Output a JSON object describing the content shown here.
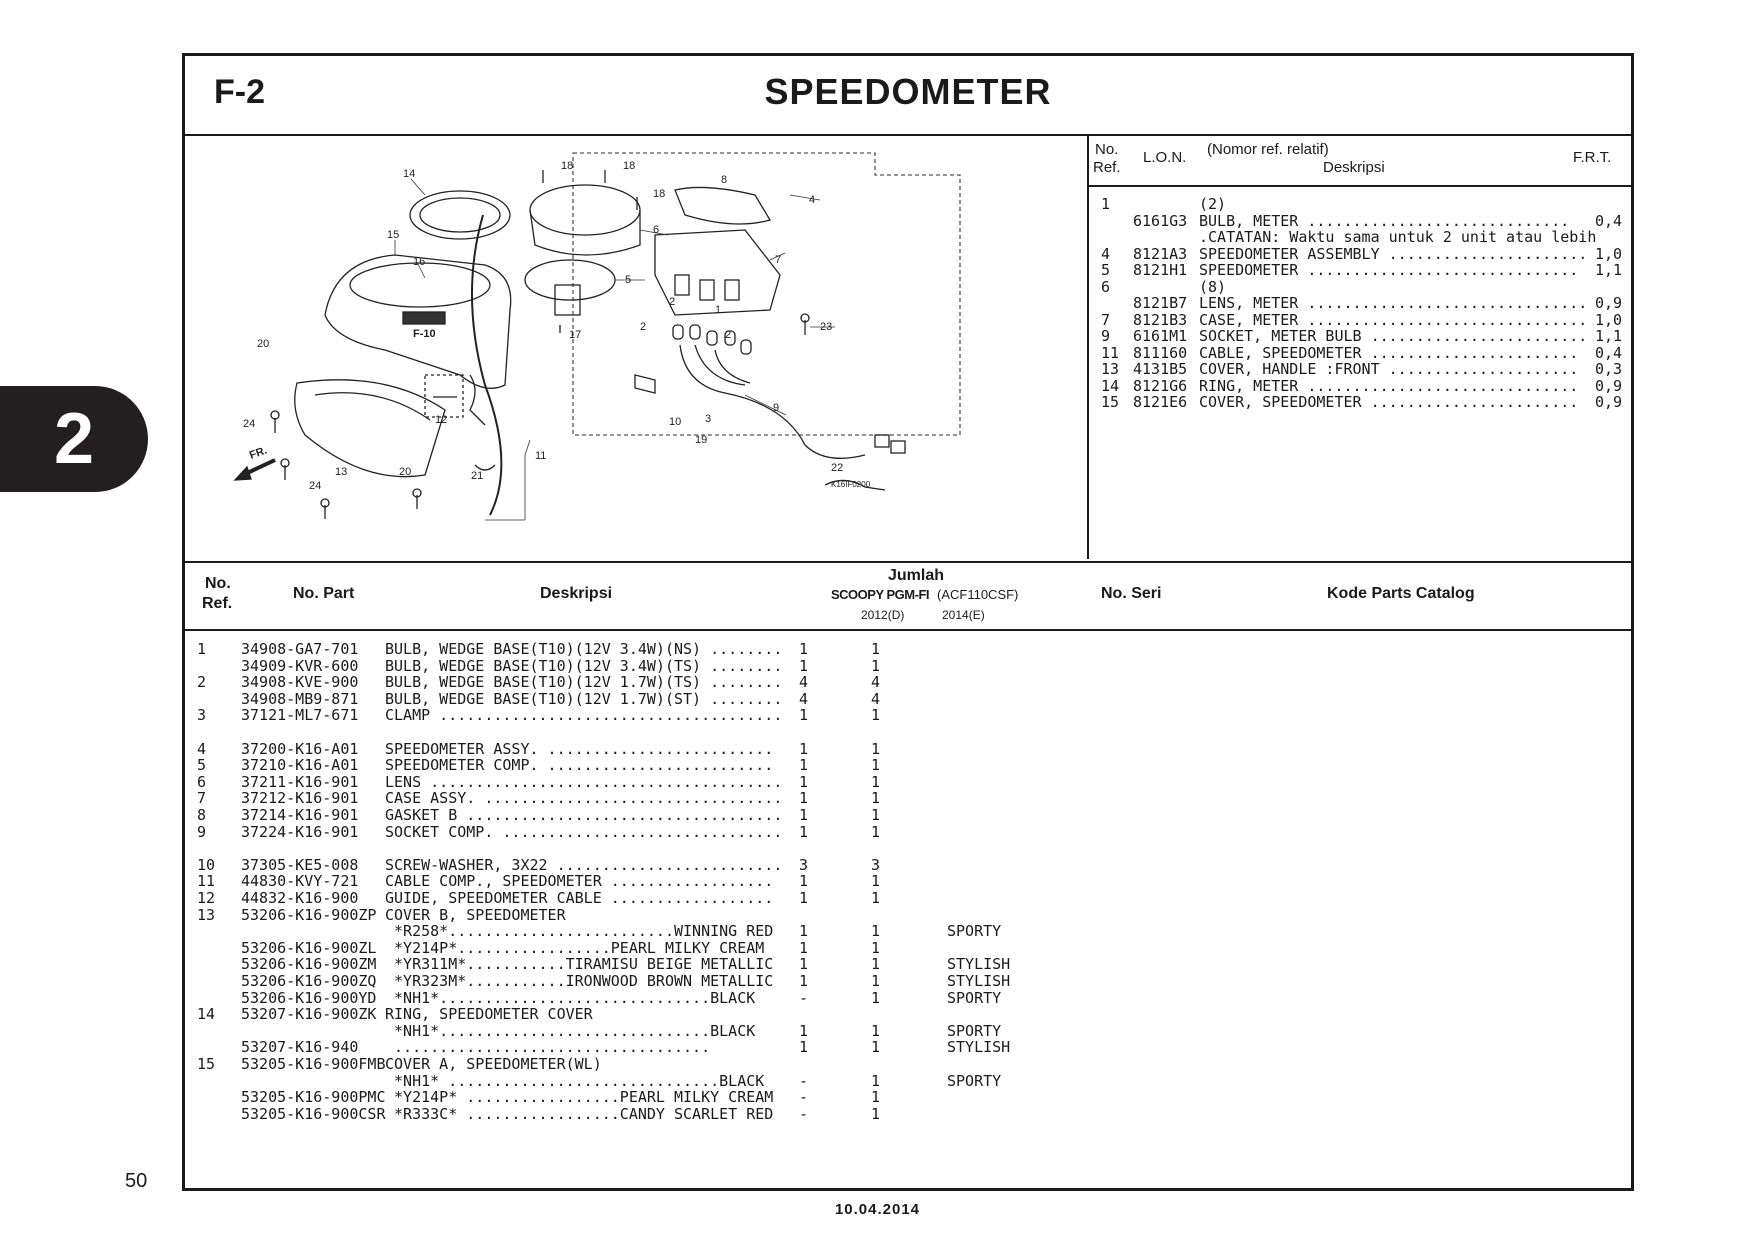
{
  "page": {
    "chapter": "2",
    "page_number": "50",
    "footer_date": "10.04.2014"
  },
  "header": {
    "code": "F-2",
    "title": "SPEEDOMETER"
  },
  "ref_table": {
    "headers": {
      "no": "No.",
      "ref": "Ref.",
      "lon": "L.O.N.",
      "nomor": "(Nomor ref. relatif)",
      "deskripsi": "Deskripsi",
      "frt": "F.R.T."
    },
    "rows": [
      {
        "ref": "1",
        "lon": "",
        "desc": "(2)",
        "frt": ""
      },
      {
        "ref": "",
        "lon": "6161G3",
        "desc": "BULB, METER .............................",
        "frt": "0,4"
      },
      {
        "ref": "",
        "lon": "",
        "desc": ".CATATAN: Waktu sama untuk 2 unit atau lebih",
        "frt": ""
      },
      {
        "ref": "4",
        "lon": "8121A3",
        "desc": "SPEEDOMETER ASSEMBLY ......................",
        "frt": "1,0"
      },
      {
        "ref": "5",
        "lon": "8121H1",
        "desc": "SPEEDOMETER ..............................",
        "frt": "1,1"
      },
      {
        "ref": "6",
        "lon": "",
        "desc": "(8)",
        "frt": ""
      },
      {
        "ref": "",
        "lon": "8121B7",
        "desc": "LENS, METER ...............................",
        "frt": "0,9"
      },
      {
        "ref": "7",
        "lon": "8121B3",
        "desc": "CASE, METER ...............................",
        "frt": "1,0"
      },
      {
        "ref": "9",
        "lon": "6161M1",
        "desc": "SOCKET, METER BULB ........................",
        "frt": "1,1"
      },
      {
        "ref": "11",
        "lon": "811160",
        "desc": "CABLE, SPEEDOMETER .......................",
        "frt": "0,4"
      },
      {
        "ref": "13",
        "lon": "4131B5",
        "desc": "COVER, HANDLE :FRONT .....................",
        "frt": "0,3"
      },
      {
        "ref": "14",
        "lon": "8121G6",
        "desc": "RING, METER ..............................",
        "frt": "0,9"
      },
      {
        "ref": "15",
        "lon": "8121E6",
        "desc": "COVER, SPEEDOMETER .......................",
        "frt": "0,9"
      }
    ]
  },
  "diagram": {
    "callouts": [
      "14",
      "15",
      "16",
      "20",
      "24",
      "13",
      "20",
      "24",
      "12",
      "11",
      "21",
      "18",
      "18",
      "18",
      "8",
      "4",
      "6",
      "7",
      "5",
      "17",
      "2",
      "2",
      "2",
      "1",
      "23",
      "9",
      "10",
      "3",
      "19",
      "22"
    ],
    "ref_label": "F-10",
    "front_label": "FR.",
    "figure_code": "K16IF0200"
  },
  "parts_table": {
    "headers": {
      "no": "No.",
      "ref": "Ref.",
      "part": "No. Part",
      "desc": "Deskripsi",
      "jumlah": "Jumlah",
      "model": "SCOOPY PGM-FI",
      "model_code": "(ACF110CSF)",
      "y2012": "2012(D)",
      "y2014": "2014(E)",
      "seri": "No. Seri",
      "catalog": "Kode Parts Catalog"
    },
    "rows": [
      {
        "ref": "1",
        "part": "34908-GA7-701",
        "desc": "BULB, WEDGE BASE(T10)(12V 3.4W)(NS) ........",
        "q1": "1",
        "q2": "1",
        "seri": ""
      },
      {
        "ref": "",
        "part": "34909-KVR-600",
        "desc": "BULB, WEDGE BASE(T10)(12V 3.4W)(TS) ........",
        "q1": "1",
        "q2": "1",
        "seri": ""
      },
      {
        "ref": "2",
        "part": "34908-KVE-900",
        "desc": "BULB, WEDGE BASE(T10)(12V 1.7W)(TS) ........",
        "q1": "4",
        "q2": "4",
        "seri": ""
      },
      {
        "ref": "",
        "part": "34908-MB9-871",
        "desc": "BULB, WEDGE BASE(T10)(12V 1.7W)(ST) ........",
        "q1": "4",
        "q2": "4",
        "seri": ""
      },
      {
        "ref": "3",
        "part": "37121-ML7-671",
        "desc": "CLAMP ......................................",
        "q1": "1",
        "q2": "1",
        "seri": ""
      },
      {
        "ref": "4",
        "part": "37200-K16-A01",
        "desc": "SPEEDOMETER ASSY. .........................",
        "q1": "1",
        "q2": "1",
        "seri": ""
      },
      {
        "ref": "5",
        "part": "37210-K16-A01",
        "desc": "SPEEDOMETER COMP. .........................",
        "q1": "1",
        "q2": "1",
        "seri": ""
      },
      {
        "ref": "6",
        "part": "37211-K16-901",
        "desc": "LENS .......................................",
        "q1": "1",
        "q2": "1",
        "seri": ""
      },
      {
        "ref": "7",
        "part": "37212-K16-901",
        "desc": "CASE ASSY. .................................",
        "q1": "1",
        "q2": "1",
        "seri": ""
      },
      {
        "ref": "8",
        "part": "37214-K16-901",
        "desc": "GASKET B ...................................",
        "q1": "1",
        "q2": "1",
        "seri": ""
      },
      {
        "ref": "9",
        "part": "37224-K16-901",
        "desc": "SOCKET COMP. ...............................",
        "q1": "1",
        "q2": "1",
        "seri": ""
      },
      {
        "ref": "10",
        "part": "37305-KE5-008",
        "desc": "SCREW-WASHER, 3X22 .........................",
        "q1": "3",
        "q2": "3",
        "seri": ""
      },
      {
        "ref": "11",
        "part": "44830-KVY-721",
        "desc": "CABLE COMP., SPEEDOMETER ..................",
        "q1": "1",
        "q2": "1",
        "seri": ""
      },
      {
        "ref": "12",
        "part": "44832-K16-900",
        "desc": "GUIDE, SPEEDOMETER CABLE ..................",
        "q1": "1",
        "q2": "1",
        "seri": ""
      },
      {
        "ref": "13",
        "part": "53206-K16-900ZP",
        "desc": "COVER B, SPEEDOMETER",
        "q1": "",
        "q2": "",
        "seri": ""
      },
      {
        "ref": "",
        "part": "",
        "desc": " *R258*.........................WINNING RED",
        "q1": "1",
        "q2": "1",
        "seri": "SPORTY"
      },
      {
        "ref": "",
        "part": "53206-K16-900ZL",
        "desc": " *Y214P*.................PEARL MILKY CREAM",
        "q1": "1",
        "q2": "1",
        "seri": ""
      },
      {
        "ref": "",
        "part": "53206-K16-900ZM",
        "desc": " *YR311M*...........TIRAMISU BEIGE METALLIC",
        "q1": "1",
        "q2": "1",
        "seri": "STYLISH"
      },
      {
        "ref": "",
        "part": "53206-K16-900ZQ",
        "desc": " *YR323M*...........IRONWOOD BROWN METALLIC",
        "q1": "1",
        "q2": "1",
        "seri": "STYLISH"
      },
      {
        "ref": "",
        "part": "53206-K16-900YD",
        "desc": " *NH1*..............................BLACK",
        "q1": "-",
        "q2": "1",
        "seri": "SPORTY"
      },
      {
        "ref": "14",
        "part": "53207-K16-900ZK",
        "desc": "RING, SPEEDOMETER COVER",
        "q1": "",
        "q2": "",
        "seri": ""
      },
      {
        "ref": "",
        "part": "",
        "desc": " *NH1*..............................BLACK",
        "q1": "1",
        "q2": "1",
        "seri": "SPORTY"
      },
      {
        "ref": "",
        "part": "53207-K16-940",
        "desc": " ...................................",
        "q1": "1",
        "q2": "1",
        "seri": "STYLISH"
      },
      {
        "ref": "15",
        "part": "53205-K16-900FMB",
        "desc": "COVER A, SPEEDOMETER(WL)",
        "q1": "",
        "q2": "",
        "seri": ""
      },
      {
        "ref": "",
        "part": "",
        "desc": " *NH1* ..............................BLACK",
        "q1": "-",
        "q2": "1",
        "seri": "SPORTY"
      },
      {
        "ref": "",
        "part": "53205-K16-900PMC",
        "desc": " *Y214P* .................PEARL MILKY CREAM",
        "q1": "-",
        "q2": "1",
        "seri": ""
      },
      {
        "ref": "",
        "part": "53205-K16-900CSR",
        "desc": " *R333C* .................CANDY SCARLET RED",
        "q1": "-",
        "q2": "1",
        "seri": ""
      }
    ]
  }
}
